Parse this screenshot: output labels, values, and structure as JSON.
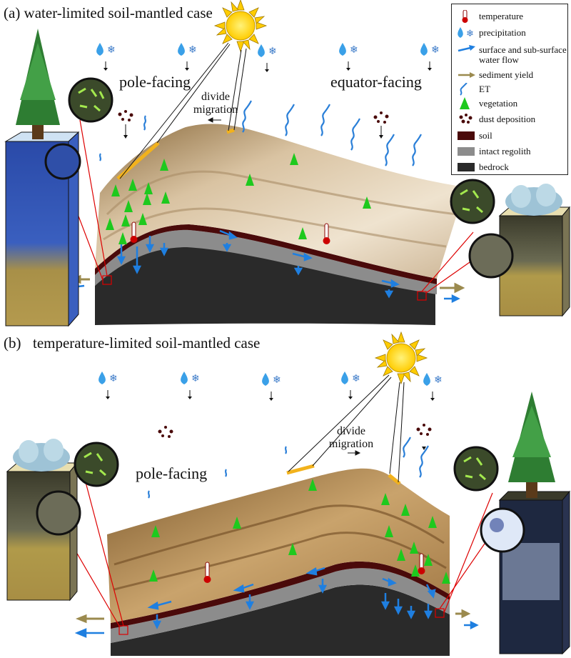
{
  "panel_a": {
    "title": "(a) water-limited soil-mantled case",
    "pole_label": "pole-facing",
    "equator_label": "equator-facing",
    "divide_line1": "divide",
    "divide_line2": "migration"
  },
  "panel_b": {
    "title_prefix": "(b)",
    "title": "temperature-limited soil-mantled case",
    "pole_label": "pole-facing",
    "divide_line1": "divide",
    "divide_line2": "migration"
  },
  "legend": {
    "items": [
      {
        "label": "temperature",
        "icon": "thermometer-icon"
      },
      {
        "label": "precipitation",
        "icon": "raindrop-snowflake-icon"
      },
      {
        "label": "surface and sub-surface water flow",
        "icon": "blue-arrow-icon"
      },
      {
        "label": "sediment yield",
        "icon": "brown-arrow-icon"
      },
      {
        "label": "ET",
        "icon": "squiggle-arrow-icon"
      },
      {
        "label": "vegetation",
        "icon": "tree-icon"
      },
      {
        "label": "dust deposition",
        "icon": "dust-icon"
      },
      {
        "label": "soil",
        "icon": "soil-swatch"
      },
      {
        "label": "intact regolith",
        "icon": "regolith-swatch"
      },
      {
        "label": "bedrock",
        "icon": "bedrock-swatch"
      }
    ]
  },
  "colors": {
    "soil": "#4a0a0a",
    "regolith": "#8c8c8c",
    "bedrock": "#2a2a2a",
    "flow": "#1f7fe0",
    "sediment": "#9b8a4e",
    "vegetation": "#1ec91e",
    "sun": "#ffd400",
    "divide": "#f2b21c"
  }
}
